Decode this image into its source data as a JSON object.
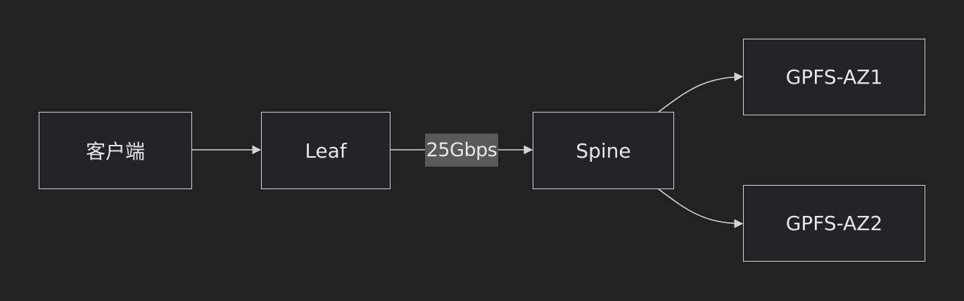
{
  "diagram": {
    "nodes": {
      "client": "客户端",
      "leaf": "Leaf",
      "spine": "Spine",
      "az1": "GPFS-AZ1",
      "az2": "GPFS-AZ2"
    },
    "edges": [
      {
        "from": "client",
        "to": "leaf",
        "label": ""
      },
      {
        "from": "leaf",
        "to": "spine",
        "label": "25Gbps"
      },
      {
        "from": "spine",
        "to": "az1",
        "label": ""
      },
      {
        "from": "spine",
        "to": "az2",
        "label": ""
      }
    ],
    "colors": {
      "background": "#222222",
      "node_fill": "#232425",
      "stroke": "#d4d4d4",
      "text": "#e6e6e6",
      "label_bg": "#595959"
    }
  }
}
